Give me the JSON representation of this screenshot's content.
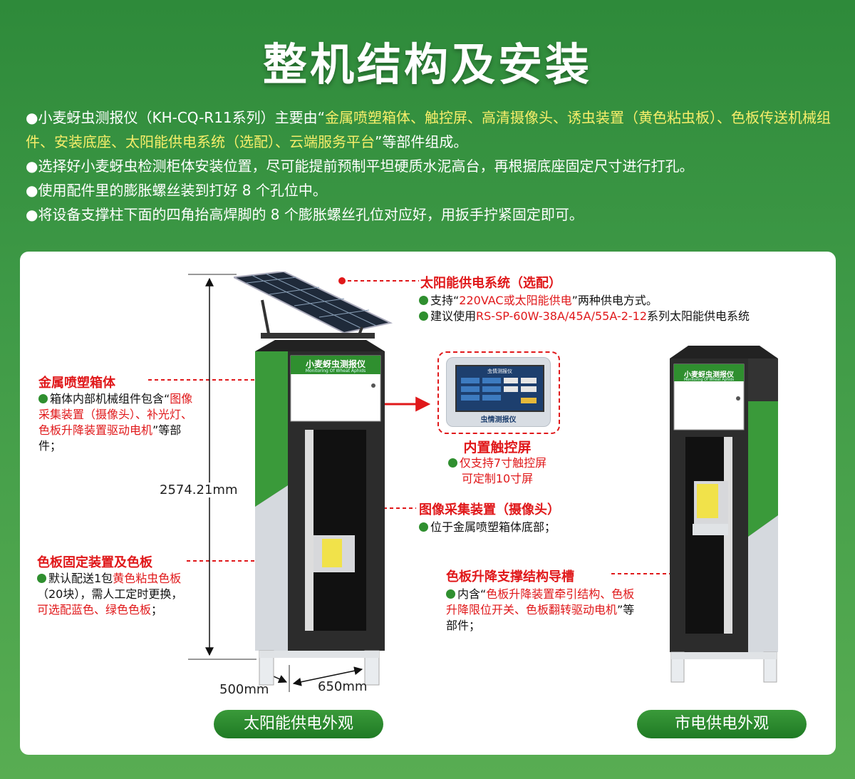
{
  "title": "整机结构及安装",
  "intro": {
    "p1_a": "●小麦蚜虫测报仪（KH-CQ-R11系列）主要由“",
    "p1_hl": "金属喷塑箱体、触控屏、高清摄像头、诱虫装置（黄色粘虫板）、色板传送机械组件、安装底座、太阳能供电系统（选配）、云端服务平台",
    "p1_b": "”等部件组成。",
    "p2": "●选择好小麦蚜虫检测柜体安装位置，尽可能提前预制平坦硬质水泥高台，再根据底座固定尺寸进行打孔。",
    "p3": "●使用配件里的膨胀螺丝装到打好 8 个孔位中。",
    "p4": "●将设备支撑柱下面的四角抬高焊脚的 8 个膨胀螺丝孔位对应好，用扳手拧紧固定即可。"
  },
  "solar": {
    "heading": "太阳能供电系统（选配）",
    "l1_a": "支持“",
    "l1_r": "220VAC或太阳能供电",
    "l1_b": "”两种供电方式。",
    "l2_a": "建议使用",
    "l2_r": "RS-SP-60W-38A/45A/55A-2-12",
    "l2_b": "系列太阳能供电系统"
  },
  "box": {
    "heading": "金属喷塑箱体",
    "l1": "箱体内部机械组件包含“",
    "l1_r": "图像采集装置（摄像头）、补光灯、色板升降装置驱动电机",
    "l1_b": "”等部件；"
  },
  "screen": {
    "heading": "内置触控屏",
    "l1": "仅支持7寸触控屏",
    "l2": "可定制10寸屏",
    "mock_title": "虫情测报仪",
    "mock_brand": "虫情测报仪"
  },
  "camera": {
    "heading": "图像采集装置（摄像头）",
    "l1": "位于金属喷塑箱体底部；"
  },
  "board": {
    "heading": "色板固定装置及色板",
    "l1_a": "默认配送1包",
    "l1_r": "黄色粘虫色板",
    "l1_b": "（20块），需人工定时更换，",
    "l1_r2": "可选配蓝色、绿色色板",
    "l1_c": "；"
  },
  "guide": {
    "heading": "色板升降支撑结构导槽",
    "l1_a": "内含“",
    "l1_r": "色板升降装置牵引结构、色板升降限位开关、色板翻转驱动电机",
    "l1_b": "”等部件；"
  },
  "device": {
    "panel_title": "小麦蚜虫测报仪",
    "panel_sub": "Monitoring Of Wheat Aphids"
  },
  "dims": {
    "height": "2574.21mm",
    "depth": "500mm",
    "width": "650mm"
  },
  "labels": {
    "solar_look": "太阳能供电外观",
    "mains_look": "市电供电外观"
  },
  "colors": {
    "accent_green": "#2f8f2f",
    "highlight_red": "#e0181a",
    "highlight_yellow": "#f7ee6a"
  }
}
